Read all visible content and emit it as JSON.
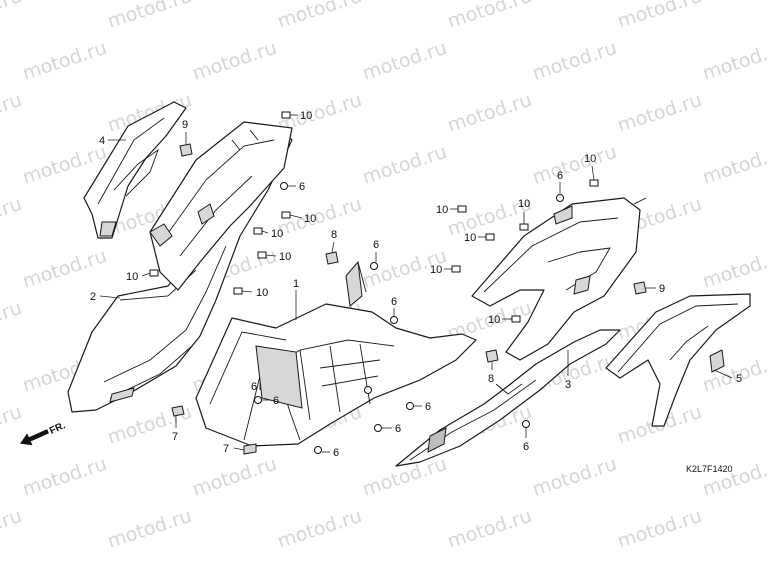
{
  "watermark": "motod.ru",
  "diagram_code": "K2L7F1420",
  "front_marker": "FR.",
  "callouts": [
    "1",
    "2",
    "3",
    "4",
    "5",
    "6",
    "7",
    "8",
    "9",
    "10"
  ]
}
